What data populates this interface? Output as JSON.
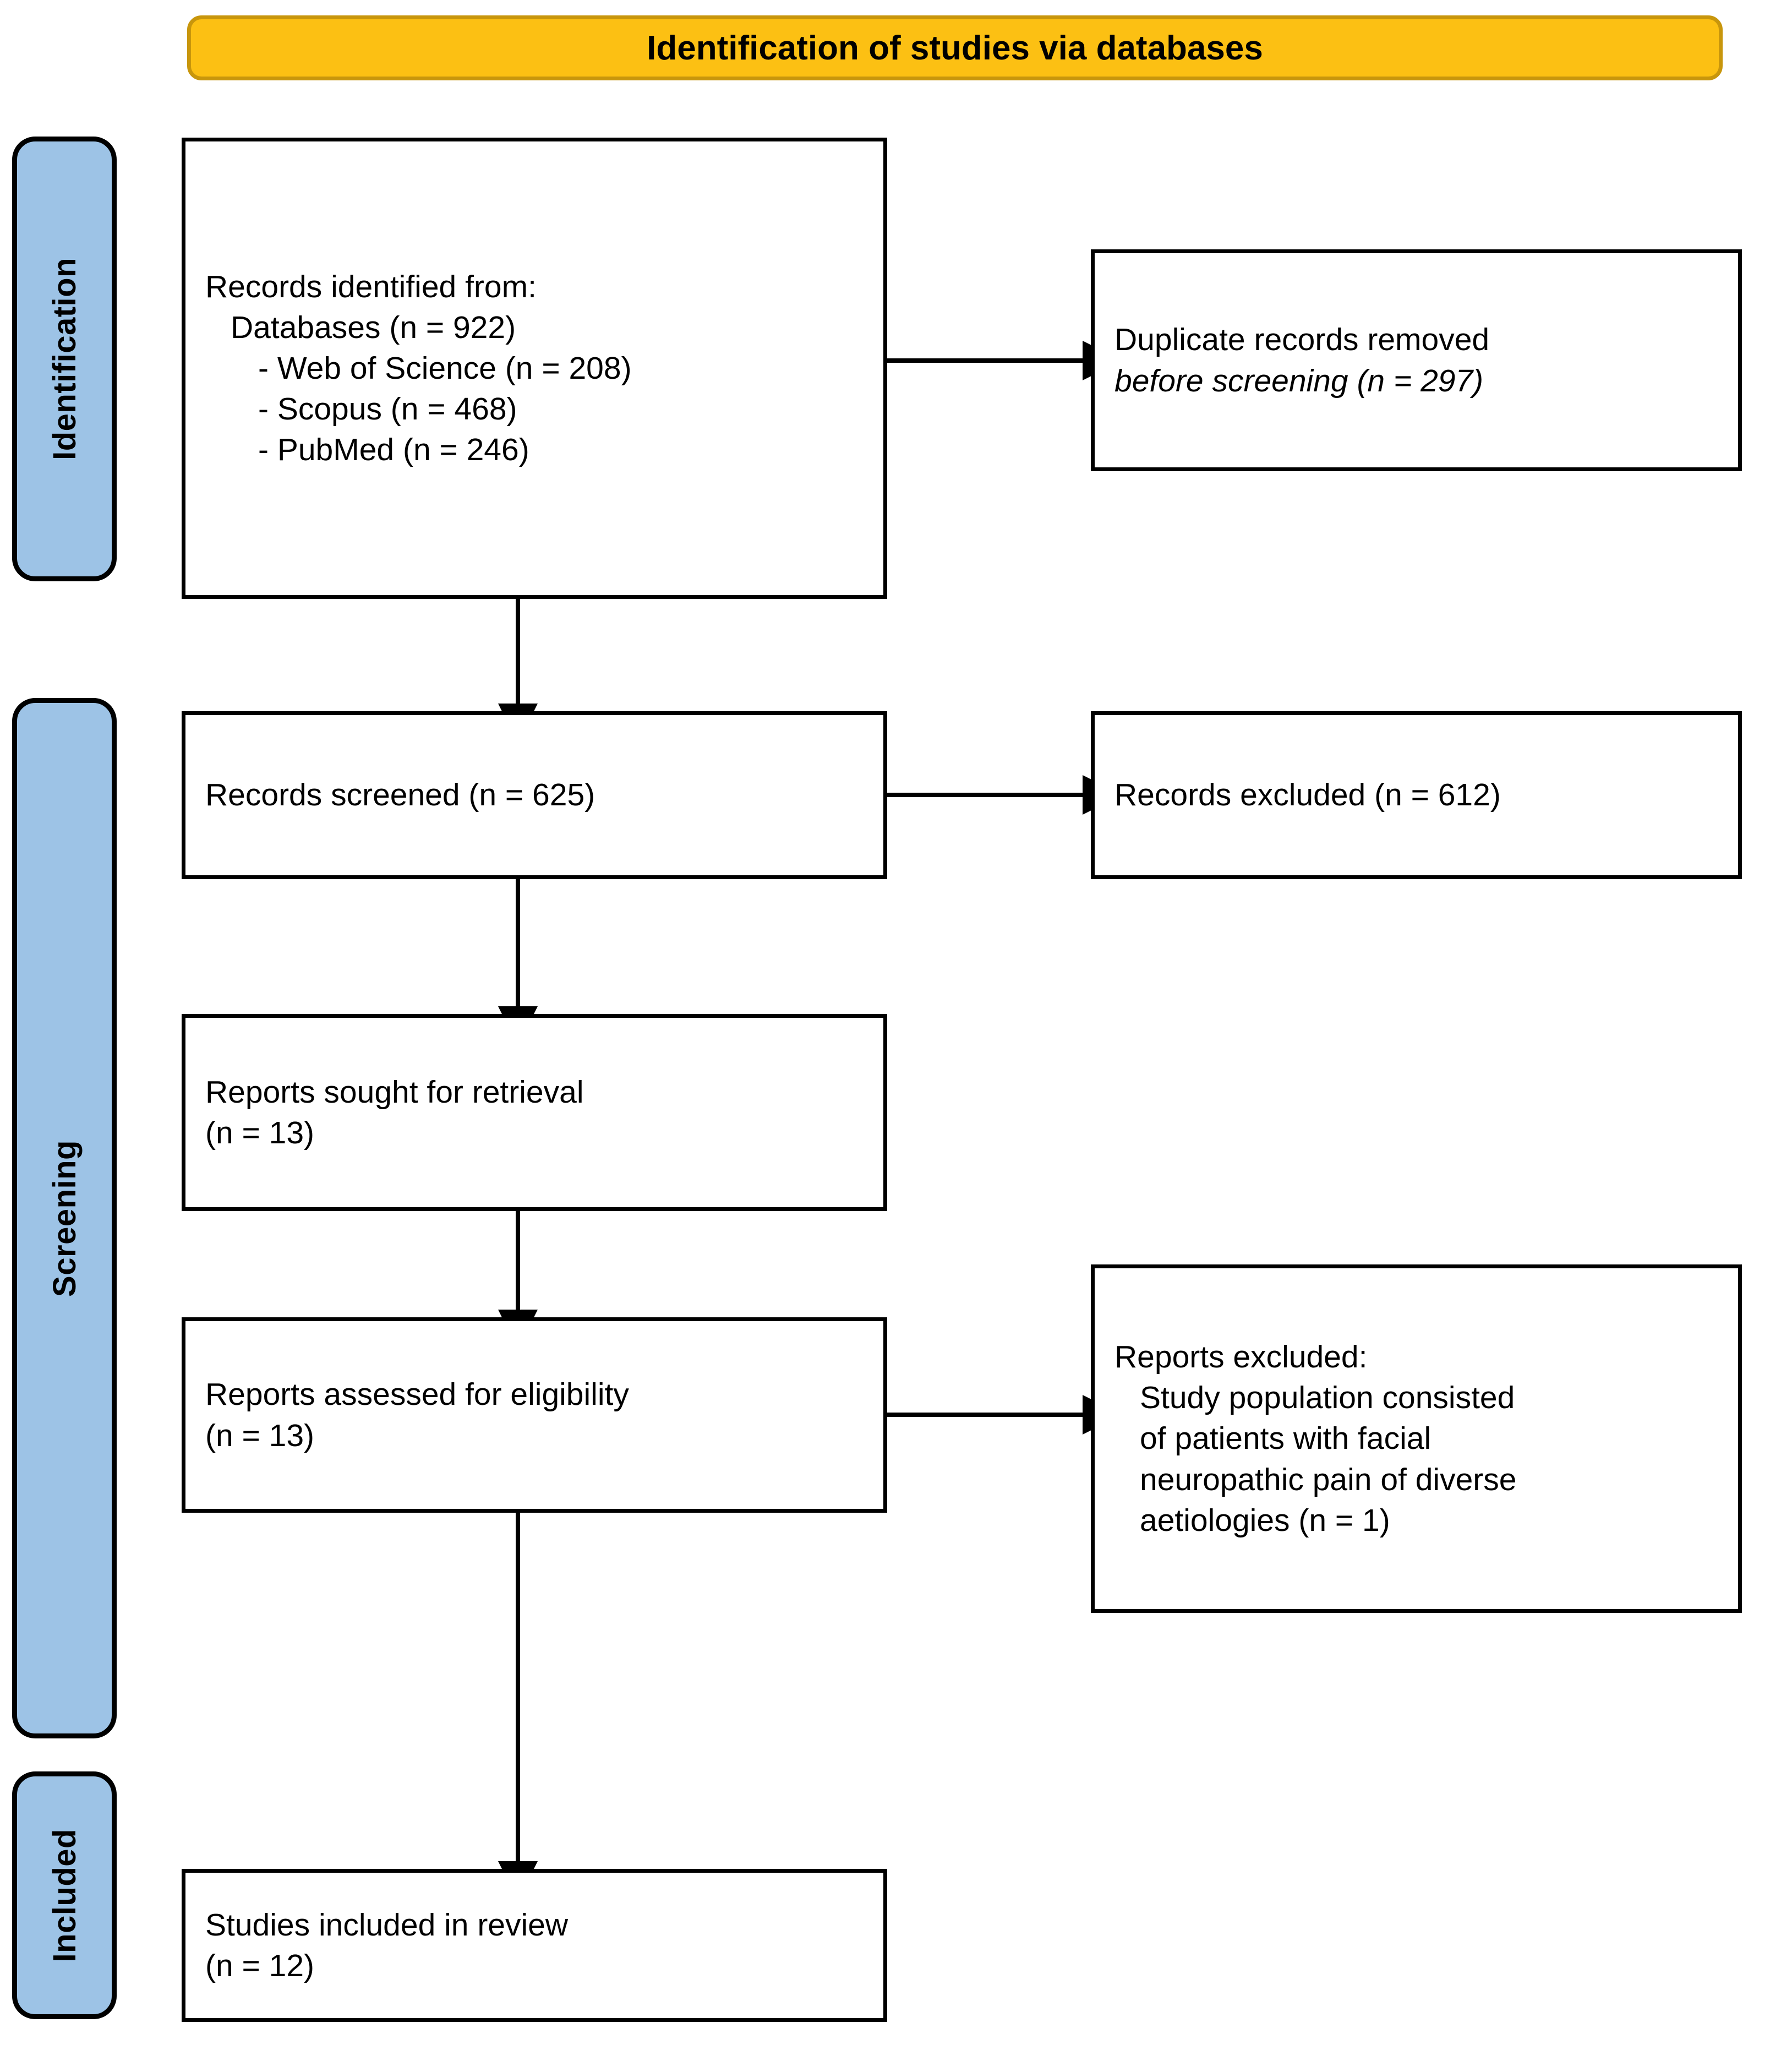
{
  "header": {
    "title": "Identification of studies via databases",
    "background_color": "#FCC013",
    "border_color": "#C8960C"
  },
  "stages": {
    "color": "#9DC3E6",
    "items": [
      {
        "key": "identification",
        "label": "Identification"
      },
      {
        "key": "screening",
        "label": "Screening"
      },
      {
        "key": "included",
        "label": "Included"
      }
    ]
  },
  "boxes": {
    "identified": {
      "lines": [
        "Records identified from:",
        "Databases (n = 922)",
        "- Web of Science (n = 208)",
        "- Scopus (n = 468)",
        "- PubMed (n = 246)"
      ]
    },
    "duplicates": {
      "line1": "Duplicate records removed",
      "line2": "before screening (n = 297)"
    },
    "screened": {
      "line1": "Records screened (n = 625)"
    },
    "records_excluded": {
      "line1": "Records excluded (n = 612)"
    },
    "sought": {
      "line1": "Reports sought for retrieval",
      "line2": "(n = 13)"
    },
    "assessed": {
      "line1": "Reports assessed for eligibility",
      "line2": "(n = 13)"
    },
    "reports_excluded": {
      "line1": "Reports excluded:",
      "line2": "Study population consisted",
      "line3": "of patients with facial",
      "line4": "neuropathic pain of diverse",
      "line5": "aetiologies (n = 1)"
    },
    "included": {
      "line1": "Studies included in review",
      "line2": "(n = 12)"
    }
  },
  "chart_data": {
    "type": "flowchart",
    "title": "Identification of studies via databases",
    "nodes": [
      {
        "id": "identified",
        "stage": "Identification",
        "column": "left",
        "label": "Records identified from: Databases (n = 922) - Web of Science (n = 208) - Scopus (n = 468) - PubMed (n = 246)",
        "n": 922
      },
      {
        "id": "duplicates",
        "stage": "Identification",
        "column": "right",
        "label": "Duplicate records removed before screening (n = 297)",
        "n": 297
      },
      {
        "id": "screened",
        "stage": "Screening",
        "column": "left",
        "label": "Records screened (n = 625)",
        "n": 625
      },
      {
        "id": "records_excluded",
        "stage": "Screening",
        "column": "right",
        "label": "Records excluded (n = 612)",
        "n": 612
      },
      {
        "id": "sought",
        "stage": "Screening",
        "column": "left",
        "label": "Reports sought for retrieval (n = 13)",
        "n": 13
      },
      {
        "id": "assessed",
        "stage": "Screening",
        "column": "left",
        "label": "Reports assessed for eligibility (n = 13)",
        "n": 13
      },
      {
        "id": "reports_excluded",
        "stage": "Screening",
        "column": "right",
        "label": "Reports excluded: Study population consisted of patients with facial neuropathic pain of diverse aetiologies (n = 1)",
        "n": 1
      },
      {
        "id": "included",
        "stage": "Included",
        "column": "left",
        "label": "Studies included in review (n = 12)",
        "n": 12
      }
    ],
    "edges": [
      {
        "from": "identified",
        "to": "duplicates",
        "direction": "right"
      },
      {
        "from": "identified",
        "to": "screened",
        "direction": "down"
      },
      {
        "from": "screened",
        "to": "records_excluded",
        "direction": "right"
      },
      {
        "from": "screened",
        "to": "sought",
        "direction": "down"
      },
      {
        "from": "sought",
        "to": "assessed",
        "direction": "down"
      },
      {
        "from": "assessed",
        "to": "reports_excluded",
        "direction": "right"
      },
      {
        "from": "assessed",
        "to": "included",
        "direction": "down"
      }
    ],
    "databases": [
      {
        "name": "Web of Science",
        "records": 208
      },
      {
        "name": "Scopus",
        "records": 468
      },
      {
        "name": "PubMed",
        "records": 246
      }
    ]
  }
}
